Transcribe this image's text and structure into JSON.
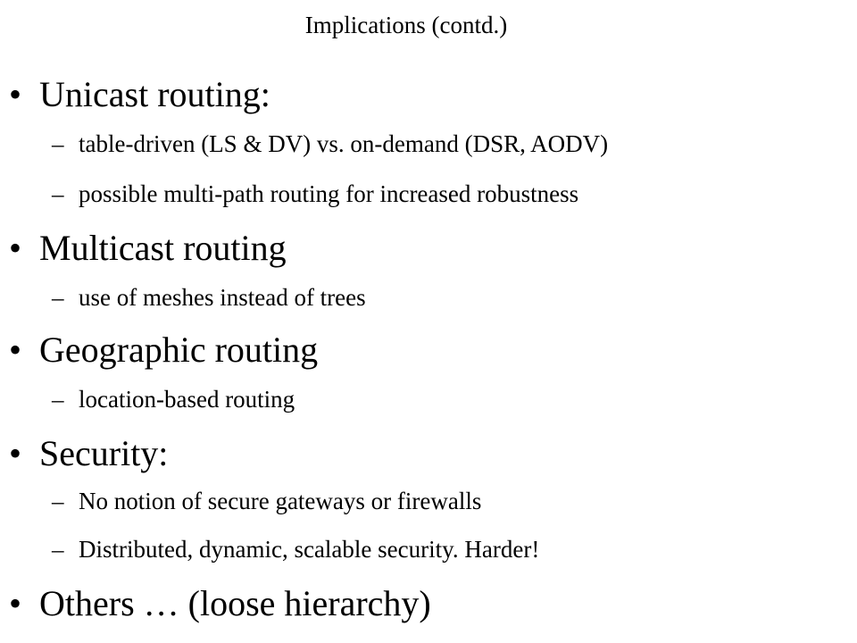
{
  "slide": {
    "title": "Implications (contd.)",
    "bullet_symbol": "•",
    "dash_symbol": "–",
    "items": [
      {
        "text": "Unicast routing:",
        "subs": [
          "table-driven (LS & DV) vs. on-demand (DSR, AODV)",
          "possible multi-path routing for increased robustness"
        ]
      },
      {
        "text": "Multicast routing",
        "subs": [
          "use of meshes instead of trees"
        ]
      },
      {
        "text": "Geographic routing",
        "subs": [
          "location-based routing"
        ]
      },
      {
        "text": "Security:",
        "subs": [
          "No notion of secure gateways or firewalls",
          "Distributed, dynamic, scalable security. Harder!"
        ]
      },
      {
        "text": "Others … (loose hierarchy)",
        "subs": []
      }
    ]
  }
}
